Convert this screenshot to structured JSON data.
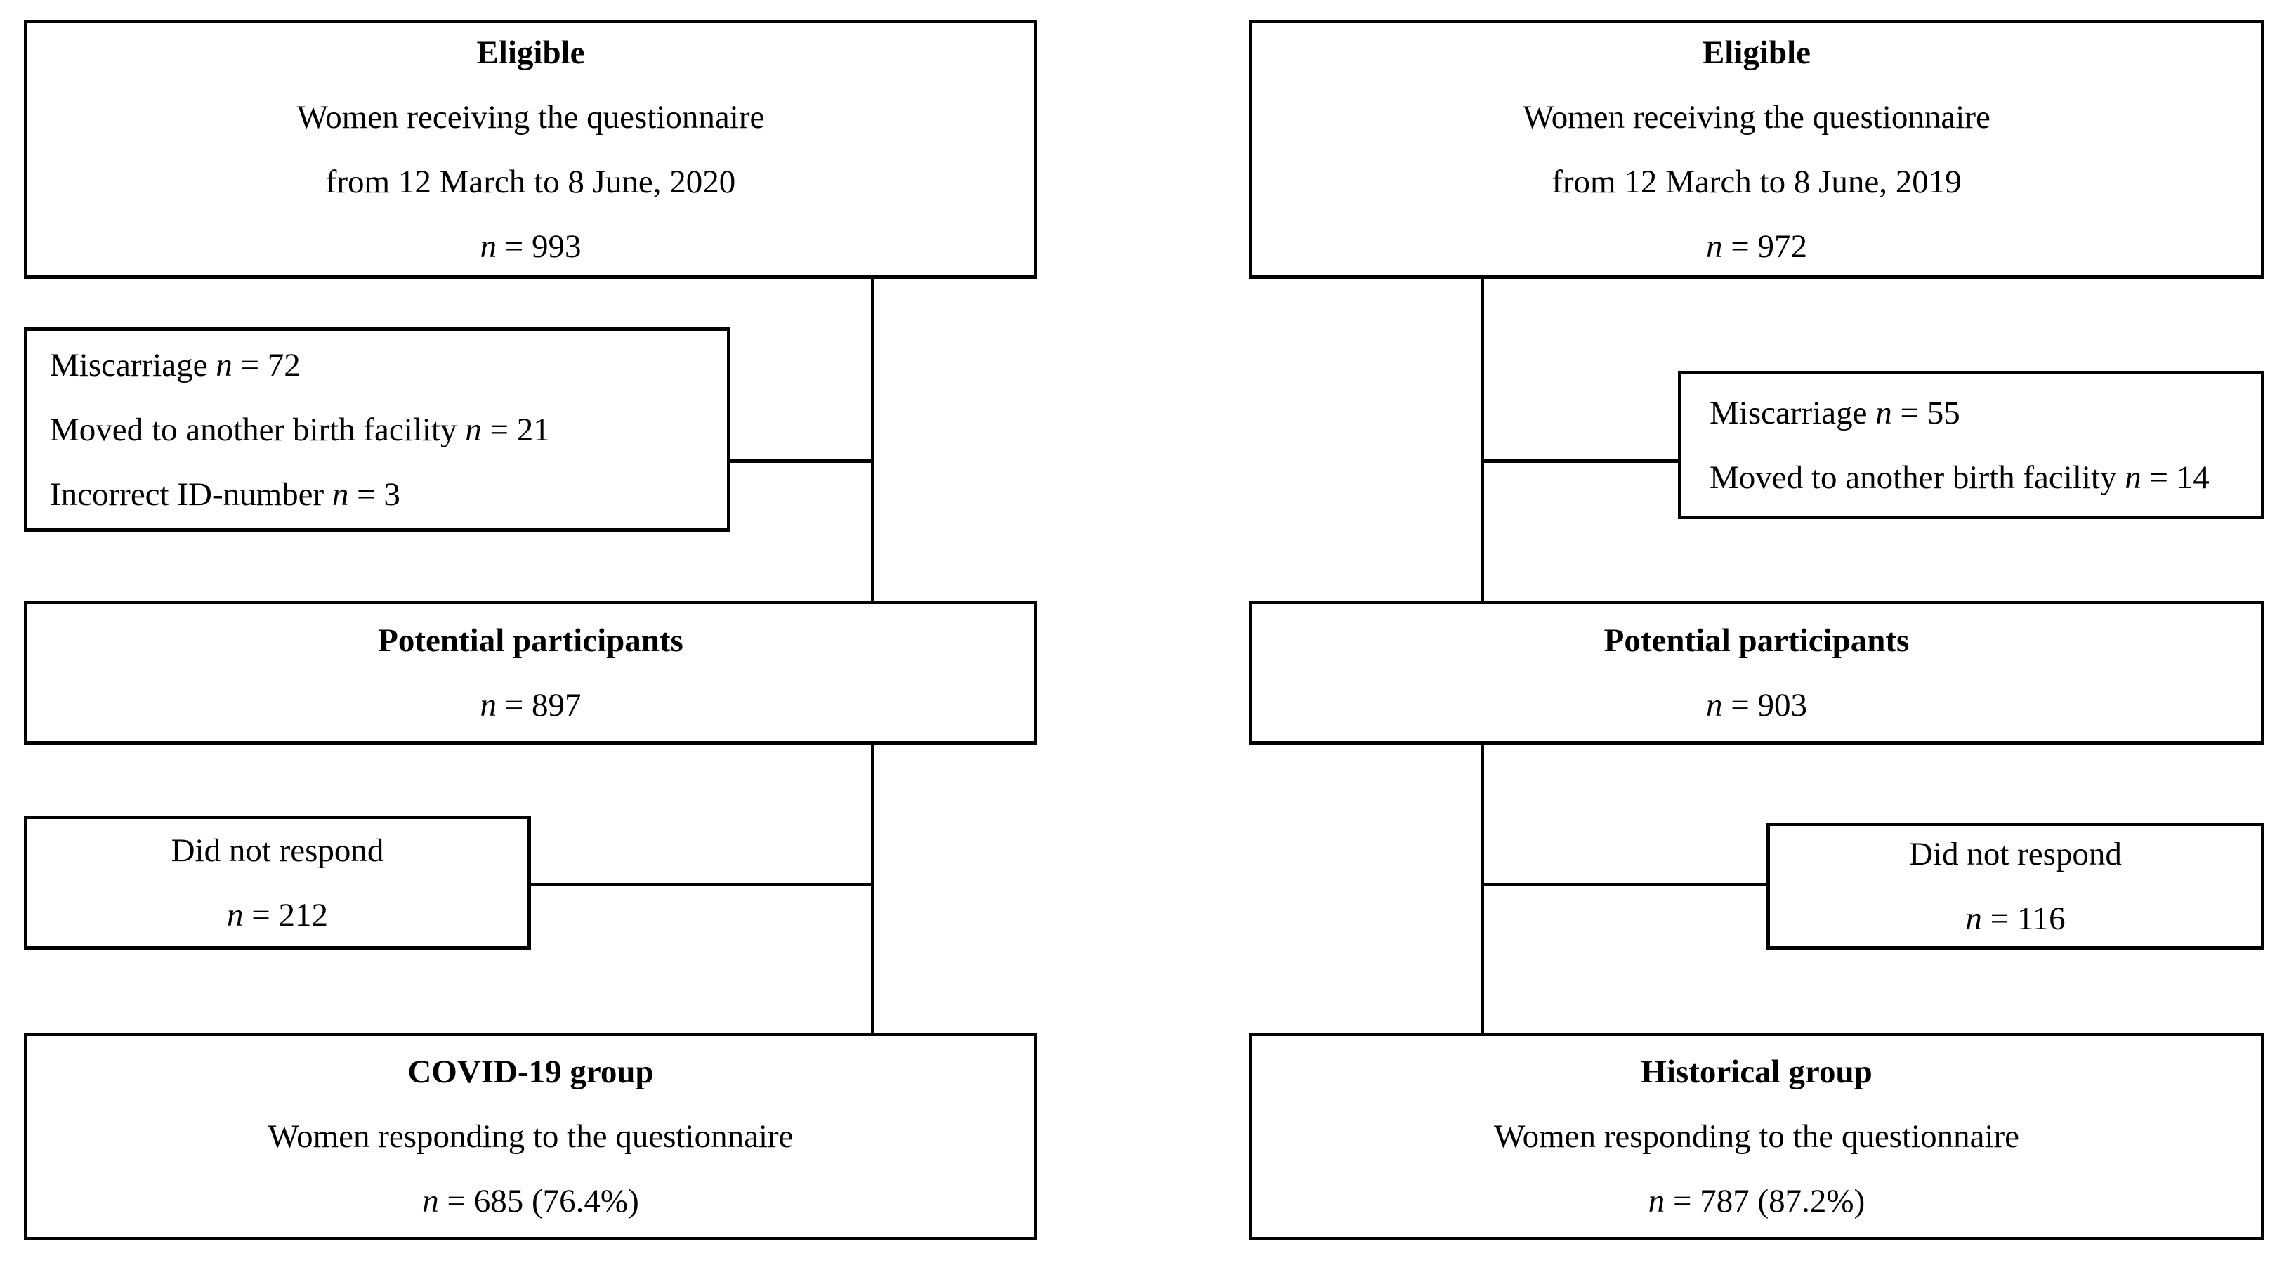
{
  "n_symbol": "n",
  "covid_group": {
    "eligible": {
      "title": "Eligible",
      "description": "Women receiving the questionnaire",
      "period": "from 12 March to 8 June, 2020",
      "n_value": " = 993"
    },
    "excluded": {
      "miscarriage_label": "Miscarriage ",
      "miscarriage_value": " = 72",
      "moved_label": "Moved to another birth facility ",
      "moved_value": " = 21",
      "incorrect_id_label": "Incorrect ID-number ",
      "incorrect_id_value": " = 3"
    },
    "potential": {
      "title": "Potential participants",
      "n_value": " = 897"
    },
    "did_not_respond": {
      "title": "Did not respond",
      "n_value": " = 212"
    },
    "final": {
      "title": "COVID-19 group",
      "description": "Women responding to the questionnaire",
      "n_value": " = 685 (76.4%)"
    }
  },
  "historical_group": {
    "eligible": {
      "title": "Eligible",
      "description": "Women receiving the questionnaire",
      "period": "from 12 March to 8 June, 2019",
      "n_value": " = 972"
    },
    "excluded": {
      "miscarriage_label": "Miscarriage ",
      "miscarriage_value": " = 55",
      "moved_label": "Moved to another birth facility ",
      "moved_value": " = 14"
    },
    "potential": {
      "title": "Potential participants",
      "n_value": " = 903"
    },
    "did_not_respond": {
      "title": "Did not respond",
      "n_value": " = 116"
    },
    "final": {
      "title": "Historical group",
      "description": "Women responding to the questionnaire",
      "n_value": " = 787 (87.2%)"
    }
  }
}
